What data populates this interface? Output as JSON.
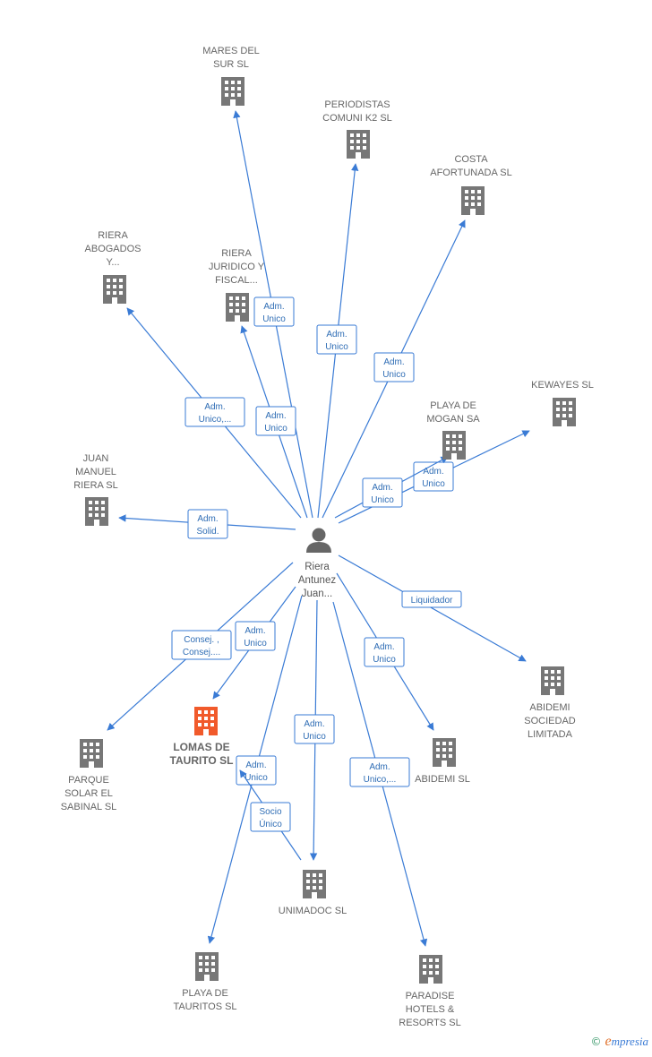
{
  "center": {
    "label_lines": [
      "Riera",
      "Antunez",
      "Juan..."
    ]
  },
  "colors": {
    "edge": "#3a7bd5",
    "building": "#777777",
    "focus_building": "#f15a2b"
  },
  "nodes": [
    {
      "id": "mares",
      "label_lines": [
        "MARES DEL",
        "SUR SL"
      ],
      "focus": false
    },
    {
      "id": "periodistas",
      "label_lines": [
        "PERIODISTAS",
        "COMUNI K2  SL"
      ],
      "focus": false
    },
    {
      "id": "costa",
      "label_lines": [
        "COSTA",
        "AFORTUNADA SL"
      ],
      "focus": false
    },
    {
      "id": "riera_abog",
      "label_lines": [
        "RIERA",
        "ABOGADOS",
        "Y..."
      ],
      "focus": false
    },
    {
      "id": "riera_jur",
      "label_lines": [
        "RIERA",
        "JURIDICO Y",
        "FISCAL..."
      ],
      "focus": false
    },
    {
      "id": "kewayes",
      "label_lines": [
        "KEWAYES  SL"
      ],
      "focus": false
    },
    {
      "id": "playa_mogan",
      "label_lines": [
        "PLAYA DE",
        "MOGAN SA"
      ],
      "focus": false
    },
    {
      "id": "juan_manuel",
      "label_lines": [
        "JUAN",
        "MANUEL",
        "RIERA SL"
      ],
      "focus": false
    },
    {
      "id": "abidemi_soc",
      "label_lines": [
        "ABIDEMI",
        "SOCIEDAD",
        "LIMITADA"
      ],
      "focus": false
    },
    {
      "id": "lomas",
      "label_lines": [
        "LOMAS DE",
        "TAURITO  SL"
      ],
      "focus": true
    },
    {
      "id": "parque",
      "label_lines": [
        "PARQUE",
        "SOLAR EL",
        "SABINAL  SL"
      ],
      "focus": false
    },
    {
      "id": "abidemi",
      "label_lines": [
        "ABIDEMI  SL"
      ],
      "focus": false
    },
    {
      "id": "unimadoc",
      "label_lines": [
        "UNIMADOC  SL"
      ],
      "focus": false
    },
    {
      "id": "playa_taur",
      "label_lines": [
        "PLAYA DE",
        "TAURITOS SL"
      ],
      "focus": false
    },
    {
      "id": "paradise",
      "label_lines": [
        "PARADISE",
        "HOTELS &",
        "RESORTS SL"
      ],
      "focus": false
    }
  ],
  "edges": [
    {
      "to": "mares",
      "label_lines": [
        "Adm.",
        "Unico"
      ]
    },
    {
      "to": "periodistas",
      "label_lines": [
        "Adm.",
        "Unico"
      ]
    },
    {
      "to": "costa",
      "label_lines": [
        "Adm.",
        "Unico"
      ]
    },
    {
      "to": "riera_abog",
      "label_lines": [
        "Adm.",
        "Unico,..."
      ]
    },
    {
      "to": "riera_jur",
      "label_lines": [
        "Adm.",
        "Unico"
      ]
    },
    {
      "to": "kewayes",
      "label_lines": [
        "Adm.",
        "Unico"
      ]
    },
    {
      "to": "playa_mogan",
      "label_lines": [
        "Adm.",
        "Unico"
      ]
    },
    {
      "to": "juan_manuel",
      "label_lines": [
        "Adm.",
        "Solid."
      ]
    },
    {
      "to": "abidemi_soc",
      "label_lines": [
        "Liquidador"
      ]
    },
    {
      "to": "lomas",
      "label_lines": [
        "Adm.",
        "Unico"
      ]
    },
    {
      "to": "parque",
      "label_lines": [
        "Consej. ,",
        "Consej...."
      ]
    },
    {
      "to": "abidemi",
      "label_lines": [
        "Adm.",
        "Unico"
      ]
    },
    {
      "to": "unimadoc",
      "label_lines": [
        "Adm.",
        "Unico"
      ]
    },
    {
      "to": "playa_taur",
      "label_lines": [
        "Adm.",
        "Unico"
      ]
    },
    {
      "to": "paradise",
      "label_lines": [
        "Adm.",
        "Unico,..."
      ]
    },
    {
      "from": "unimadoc",
      "to": "lomas",
      "label_lines": [
        "Socio",
        "Único"
      ]
    }
  ],
  "footer": {
    "copyright": "©",
    "brand_initial": "e",
    "brand_rest": "mpresia"
  }
}
